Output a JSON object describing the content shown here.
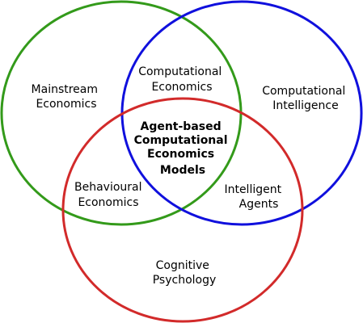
{
  "diagram": {
    "type": "venn",
    "sets": [
      {
        "id": "economics",
        "color": "#339a1a"
      },
      {
        "id": "intelligence",
        "color": "#1010dd"
      },
      {
        "id": "psychology",
        "color": "#d22a2a"
      }
    ],
    "labels": {
      "mainstream_economics": [
        "Mainstream",
        "Economics"
      ],
      "computational_intelligence": [
        "Computational",
        "Intelligence"
      ],
      "computational_economics": [
        "Computational",
        "Economics"
      ],
      "behavioural_economics": [
        "Behavioural",
        "Economics"
      ],
      "intelligent_agents": [
        "Intelligent",
        "Agents"
      ],
      "cognitive_psychology": [
        "Cognitive",
        "Psychology"
      ],
      "center": [
        "Agent-based",
        "Computational",
        "Economics",
        "Models"
      ]
    }
  }
}
